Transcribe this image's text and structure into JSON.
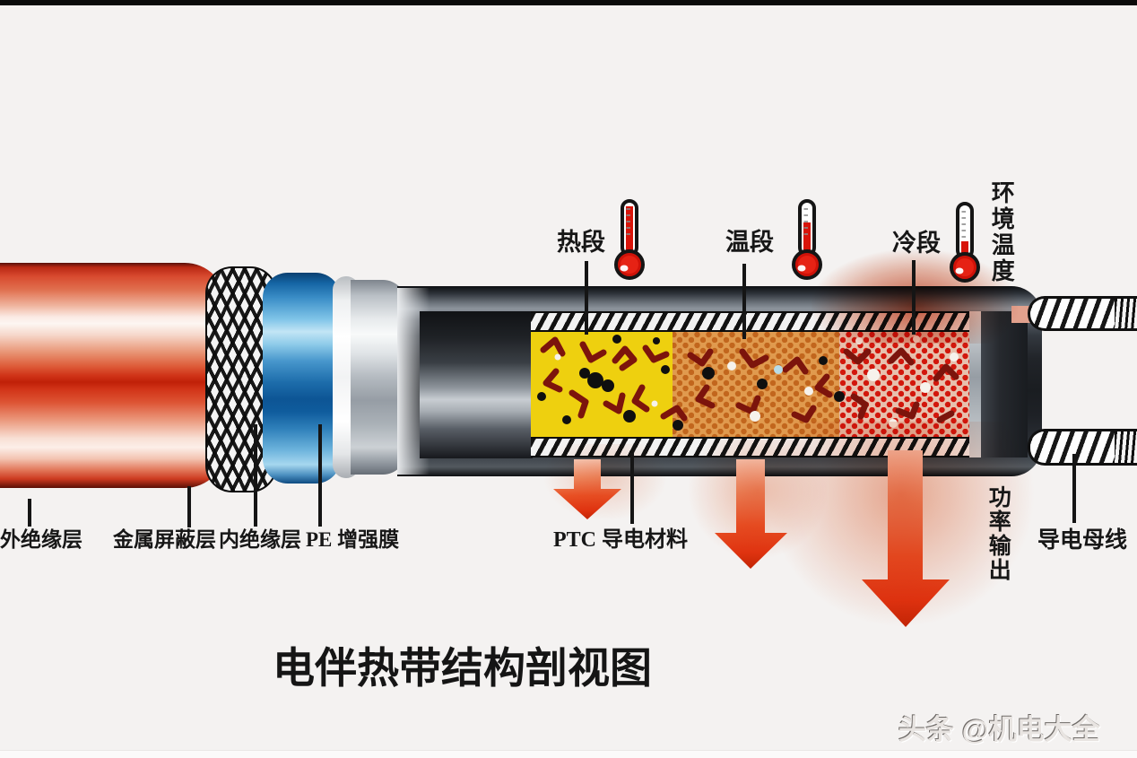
{
  "meta": {
    "background_color": "#f4f2f1",
    "top_bar_color": "#0b0b0b"
  },
  "title": {
    "text": "电伴热带结构剖视图",
    "color": "#151515"
  },
  "watermark": {
    "text": "头条 @机电大全"
  },
  "callouts": {
    "top": [
      {
        "label": "热段",
        "thermometer_level": "high"
      },
      {
        "label": "温段",
        "thermometer_level": "medium"
      },
      {
        "label": "冷段",
        "thermometer_level": "low"
      },
      {
        "label": "环境温度",
        "thermometer_level": "low"
      }
    ],
    "bottom": [
      {
        "label": "外绝缘层"
      },
      {
        "label": "金属屏蔽层"
      },
      {
        "label": "内绝缘层"
      },
      {
        "label": "PE 增强膜"
      },
      {
        "label": "PTC 导电材料"
      },
      {
        "label": "功率输出"
      },
      {
        "label": "导电母线"
      }
    ]
  },
  "cable": {
    "layers": [
      {
        "name": "outer-insulation",
        "label": "外绝缘层",
        "color": "#d03418"
      },
      {
        "name": "metal-shield-braid",
        "label": "金属屏蔽层",
        "color": "#111111"
      },
      {
        "name": "inner-insulation",
        "label": "内绝缘层",
        "color": "#1d6dab"
      },
      {
        "name": "pe-reinforcement-film",
        "label": "PE 增强膜",
        "color": "#c9ced3"
      },
      {
        "name": "outer-jacket",
        "color": "#212429"
      },
      {
        "name": "ptc-core-hot-zone",
        "color": "#eed00f"
      },
      {
        "name": "ptc-core-warm-zone",
        "color": "#e09a4e"
      },
      {
        "name": "ptc-core-cold-zone",
        "color": "#e7c0ad"
      },
      {
        "name": "conductive-bus-wire",
        "color": "#fdfdfd"
      }
    ],
    "heat_arrow_color": "#e63c16",
    "glow_color": "#e25a1e",
    "thermometer_red": "#d8140a"
  }
}
